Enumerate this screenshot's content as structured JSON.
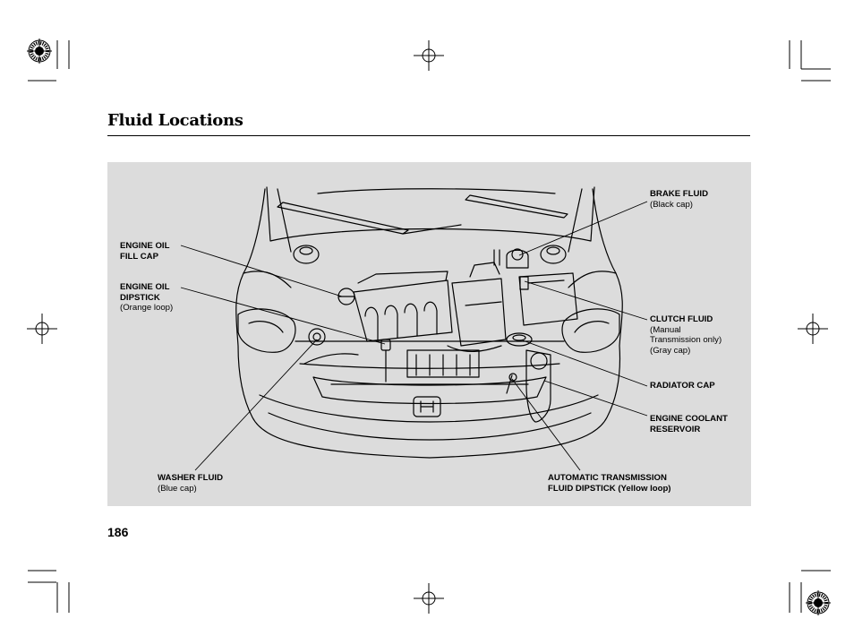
{
  "page": {
    "title": "Fluid Locations",
    "page_number": "186"
  },
  "labels": {
    "engine_oil_fill_cap": {
      "line1": "ENGINE OIL",
      "line2": "FILL CAP"
    },
    "engine_oil_dipstick": {
      "line1": "ENGINE OIL",
      "line2": "DIPSTICK",
      "note": "(Orange loop)"
    },
    "washer_fluid": {
      "line1": "WASHER FLUID",
      "note": "(Blue cap)"
    },
    "brake_fluid": {
      "line1": "BRAKE FLUID",
      "note": "(Black cap)"
    },
    "clutch_fluid": {
      "line1": "CLUTCH FLUID",
      "note1": "(Manual",
      "note2": "Transmission only)",
      "note3": "(Gray cap)"
    },
    "radiator_cap": {
      "line1": "RADIATOR CAP"
    },
    "engine_coolant_reservoir": {
      "line1": "ENGINE COOLANT",
      "line2": "RESERVOIR"
    },
    "atf_dipstick": {
      "line1": "AUTOMATIC TRANSMISSION",
      "line2": "FLUID DIPSTICK (Yellow loop)"
    }
  },
  "colors": {
    "figure_background": "#dcdcdc",
    "line_art": "#000000"
  }
}
